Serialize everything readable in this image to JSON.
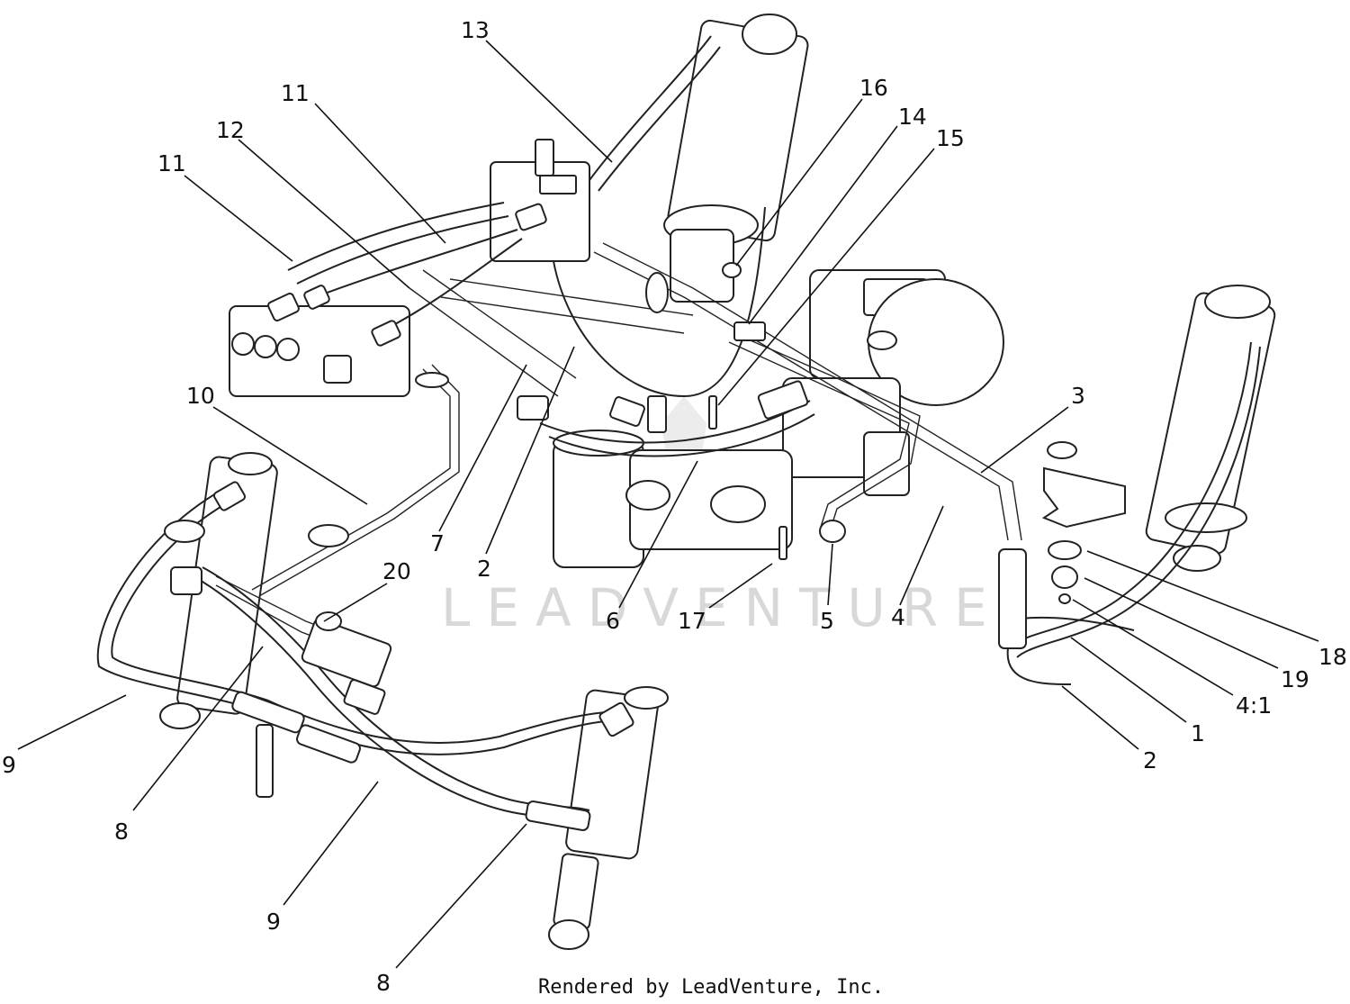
{
  "watermark": "LEADVENTURE",
  "footer": "Rendered by LeadVenture, Inc.",
  "callouts": [
    {
      "id": "c13",
      "label": "13"
    },
    {
      "id": "c11a",
      "label": "11"
    },
    {
      "id": "c12",
      "label": "12"
    },
    {
      "id": "c11b",
      "label": "11"
    },
    {
      "id": "c16",
      "label": "16"
    },
    {
      "id": "c14",
      "label": "14"
    },
    {
      "id": "c15",
      "label": "15"
    },
    {
      "id": "c10",
      "label": "10"
    },
    {
      "id": "c3",
      "label": "3"
    },
    {
      "id": "c7",
      "label": "7"
    },
    {
      "id": "c2a",
      "label": "2"
    },
    {
      "id": "c20",
      "label": "20"
    },
    {
      "id": "c6",
      "label": "6"
    },
    {
      "id": "c17",
      "label": "17"
    },
    {
      "id": "c5",
      "label": "5"
    },
    {
      "id": "c4",
      "label": "4"
    },
    {
      "id": "c18",
      "label": "18"
    },
    {
      "id": "c19",
      "label": "19"
    },
    {
      "id": "c41",
      "label": "4:1"
    },
    {
      "id": "c1",
      "label": "1"
    },
    {
      "id": "c2b",
      "label": "2"
    },
    {
      "id": "c9a",
      "label": "9"
    },
    {
      "id": "c8a",
      "label": "8"
    },
    {
      "id": "c9b",
      "label": "9"
    },
    {
      "id": "c8b",
      "label": "8"
    }
  ]
}
